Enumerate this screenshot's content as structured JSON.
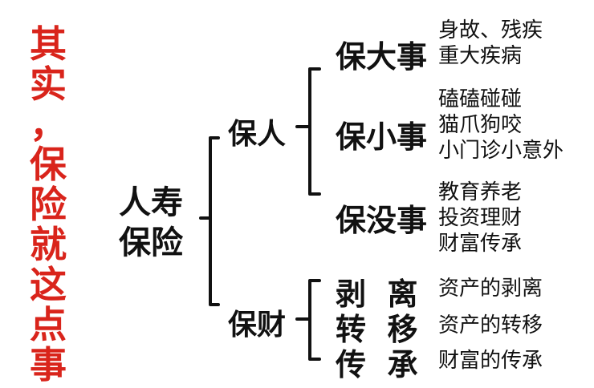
{
  "title": [
    "其",
    "实",
    "，",
    "保",
    "险",
    "就",
    "这",
    "点",
    "事"
  ],
  "root": [
    "人寿",
    "保险"
  ],
  "branches": [
    {
      "label": "保人",
      "children": [
        {
          "label": "保大事",
          "desc": [
            "身故、残疾",
            "重大疾病"
          ]
        },
        {
          "label": "保小事",
          "desc": [
            "磕磕碰碰",
            "猫爪狗咬",
            "小门诊小意外"
          ]
        },
        {
          "label": "保没事",
          "desc": [
            "教育养老",
            "投资理财",
            "财富传承"
          ]
        }
      ]
    },
    {
      "label": "保财",
      "children": [
        {
          "label": "剥  离",
          "desc": [
            "资产的剥离"
          ]
        },
        {
          "label": "转  移",
          "desc": [
            "资产的转移"
          ]
        },
        {
          "label": "传  承",
          "desc": [
            "财富的传承"
          ]
        }
      ]
    }
  ],
  "colors": {
    "title": "#d9241b",
    "text": "#111111",
    "lines": "#111111"
  }
}
